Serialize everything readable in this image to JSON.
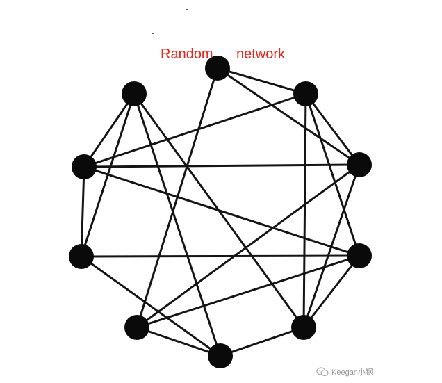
{
  "title": {
    "words": [
      "Random",
      "network"
    ],
    "color": "#e8261c"
  },
  "diagram": {
    "node_color": "#0a0a0a",
    "edge_color": "#141414",
    "nodes": [
      {
        "id": "n1"
      },
      {
        "id": "n2"
      },
      {
        "id": "n3"
      },
      {
        "id": "n4"
      },
      {
        "id": "n5"
      },
      {
        "id": "n6"
      },
      {
        "id": "n7"
      },
      {
        "id": "n8"
      },
      {
        "id": "n9"
      },
      {
        "id": "n10"
      }
    ],
    "edges": [
      [
        "n1",
        "n3"
      ],
      [
        "n1",
        "n5"
      ],
      [
        "n1",
        "n8"
      ],
      [
        "n2",
        "n4"
      ],
      [
        "n2",
        "n9"
      ],
      [
        "n2",
        "n6"
      ],
      [
        "n2",
        "n10"
      ],
      [
        "n3",
        "n4"
      ],
      [
        "n3",
        "n5"
      ],
      [
        "n3",
        "n9"
      ],
      [
        "n3",
        "n7"
      ],
      [
        "n4",
        "n5"
      ],
      [
        "n4",
        "n6"
      ],
      [
        "n4",
        "n7"
      ],
      [
        "n5",
        "n9"
      ],
      [
        "n5",
        "n8"
      ],
      [
        "n6",
        "n10"
      ],
      [
        "n6",
        "n7"
      ],
      [
        "n7",
        "n8"
      ],
      [
        "n7",
        "n9"
      ],
      [
        "n8",
        "n10"
      ],
      [
        "n9",
        "n10"
      ]
    ]
  },
  "watermark": {
    "icon": "wechat-icon",
    "text": "Keegan小钢",
    "color": "#9a9a9a"
  }
}
